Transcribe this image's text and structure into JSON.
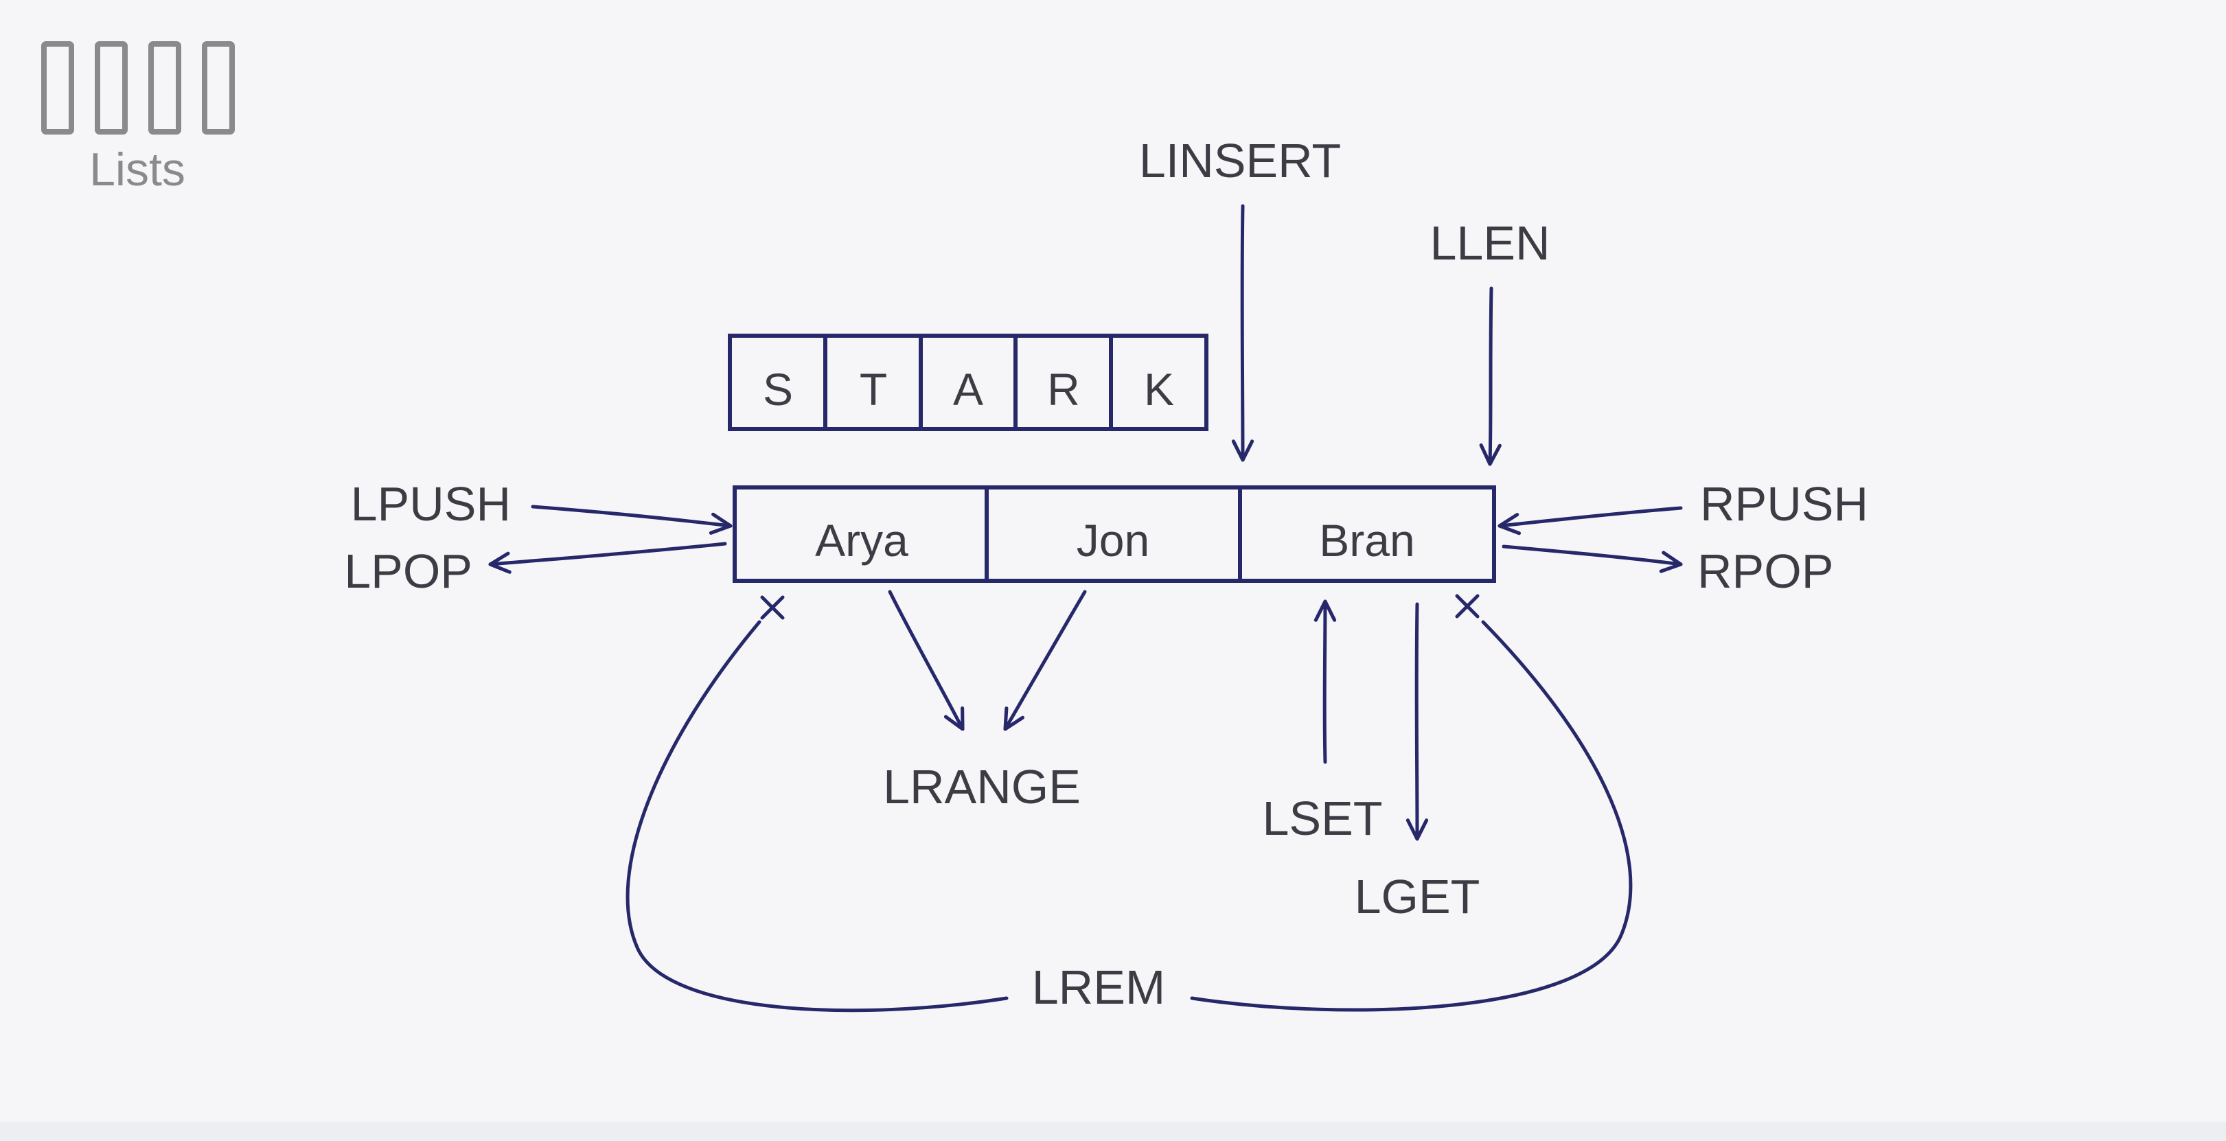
{
  "header": {
    "title": "Lists",
    "logo_icon": "four-boxes-icon"
  },
  "diagram": {
    "stark_letters": [
      "S",
      "T",
      "A",
      "R",
      "K"
    ],
    "list_items": [
      "Arya",
      "Jon",
      "Bran"
    ],
    "commands": {
      "linsert": "LINSERT",
      "llen": "LLEN",
      "lpush": "LPUSH",
      "lpop": "LPOP",
      "rpush": "RPUSH",
      "rpop": "RPOP",
      "lrange": "LRANGE",
      "lset": "LSET",
      "lget": "LGET",
      "lrem": "LREM"
    }
  },
  "colors": {
    "navy": "#26286a",
    "text": "#3c3c44",
    "muted": "#8a8a8e",
    "background": "#f6f6f8"
  }
}
